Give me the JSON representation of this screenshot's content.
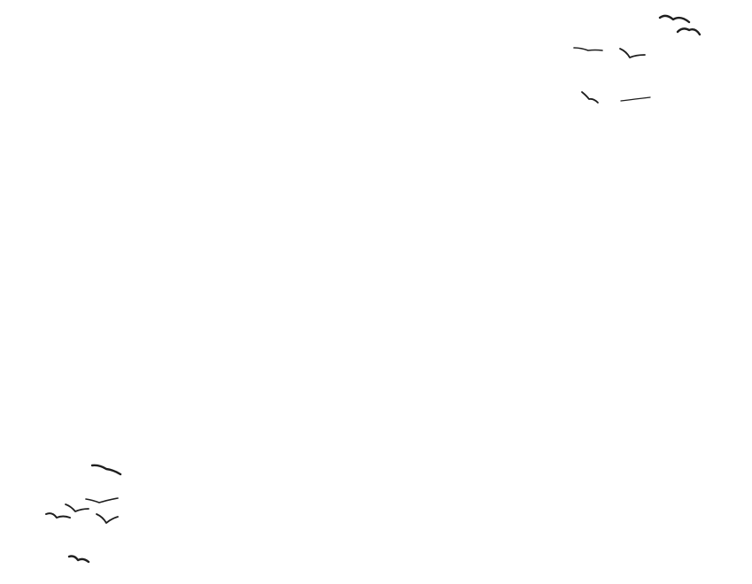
{
  "scene": {
    "background_color": "#ffffff",
    "bird_color": "#1e1e1e",
    "flocks": [
      {
        "name": "top-right-flock",
        "bird_count": 6
      },
      {
        "name": "bottom-left-flock",
        "bird_count": 6
      }
    ]
  }
}
